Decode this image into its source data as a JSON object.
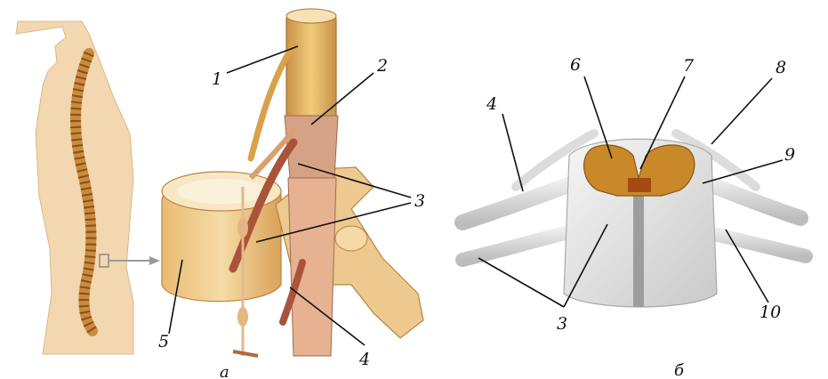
{
  "figure_a": {
    "caption": "a",
    "labels": {
      "l1": "1",
      "l2": "2",
      "l3": "3",
      "l4": "4",
      "l5": "5"
    }
  },
  "figure_b": {
    "caption": "б",
    "labels": {
      "l3": "3",
      "l4": "4",
      "l6": "6",
      "l7": "7",
      "l8": "8",
      "l9": "9",
      "l10": "10"
    }
  },
  "colors": {
    "skin": "#f3d7b0",
    "spine": "#c98b3f",
    "bone": "#f0cf93",
    "nerve_yellow": "#e8b84f",
    "white_matter": "#ececec",
    "gray_matter": "#c9892b"
  }
}
